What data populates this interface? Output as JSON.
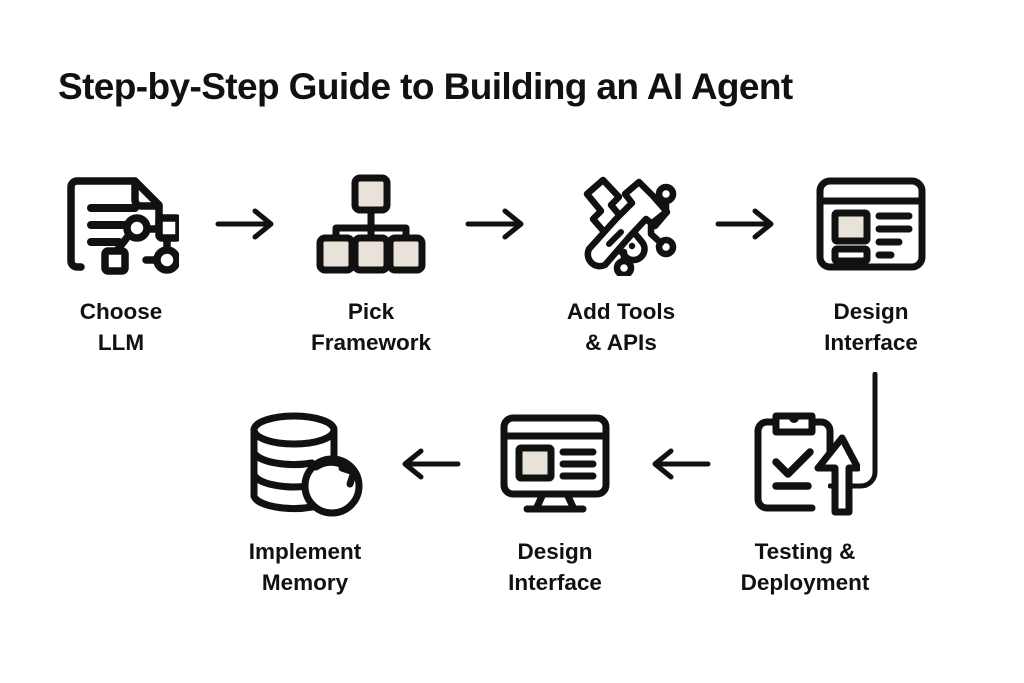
{
  "page": {
    "title": "Step-by-Step Guide to Building an AI Agent",
    "background_color": "#ffffff",
    "ink_color": "#111111",
    "accent_fill_color": "#e8e2d8"
  },
  "chart_data": {
    "type": "diagram",
    "title": "Step-by-Step Guide to Building an AI Agent",
    "layout": "two-row serpentine flow, top row left-to-right, bottom row right-to-left",
    "step_count": 7,
    "steps": [
      {
        "order": 1,
        "label": "Choose\nLLM",
        "icon": "document-network-icon",
        "row": "top"
      },
      {
        "order": 2,
        "label": "Pick\nFramework",
        "icon": "hierarchy-chart-icon",
        "row": "top"
      },
      {
        "order": 3,
        "label": "Add Tools\n& APIs",
        "icon": "wrench-screwdriver-api-icon",
        "row": "top"
      },
      {
        "order": 4,
        "label": "Design\nInterface",
        "icon": "browser-window-icon",
        "row": "top"
      },
      {
        "order": 5,
        "label": "Testing &\nDeployment",
        "icon": "clipboard-check-upload-icon",
        "row": "bottom"
      },
      {
        "order": 6,
        "label": "Design\nInterface",
        "icon": "desktop-monitor-icon",
        "row": "bottom"
      },
      {
        "order": 7,
        "label": "Implement\nMemory",
        "icon": "database-refresh-icon",
        "row": "bottom"
      }
    ],
    "connectors": [
      {
        "from": 1,
        "to": 2,
        "kind": "arrow",
        "direction": "right"
      },
      {
        "from": 2,
        "to": 3,
        "kind": "arrow",
        "direction": "right"
      },
      {
        "from": 3,
        "to": 4,
        "kind": "arrow",
        "direction": "right"
      },
      {
        "from": 4,
        "to": 5,
        "kind": "elbow",
        "direction": "down-then-left"
      },
      {
        "from": 5,
        "to": 6,
        "kind": "arrow",
        "direction": "left"
      },
      {
        "from": 6,
        "to": 7,
        "kind": "arrow",
        "direction": "left"
      }
    ]
  },
  "top_row": {
    "steps": [
      {
        "label": "Choose\nLLM"
      },
      {
        "label": "Pick\nFramework"
      },
      {
        "label": "Add Tools\n& APIs"
      },
      {
        "label": "Design\nInterface"
      }
    ]
  },
  "bottom_row": {
    "steps": [
      {
        "label": "Implement\nMemory"
      },
      {
        "label": "Design\nInterface"
      },
      {
        "label": "Testing &\nDeployment"
      }
    ]
  }
}
